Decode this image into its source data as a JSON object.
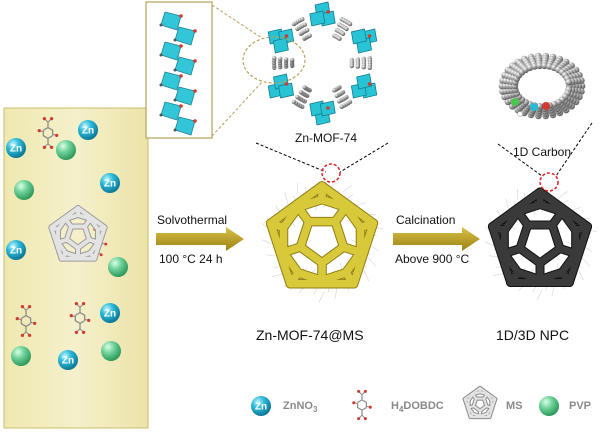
{
  "labels": {
    "mof_inset": "Zn-MOF-74",
    "carbon_inset": "1D Carbon",
    "step1_top": "Solvothermal",
    "step1_bottom": "100 °C 24 h",
    "step2_top": "Calcination",
    "step2_bottom": "Above 900 °C",
    "product1": "Zn-MOF-74@MS",
    "product2": "1D/3D NPC"
  },
  "legend": {
    "zn_symbol": "Zn",
    "znno3": "ZnNO",
    "znno3_sub": "3",
    "h4_pre": "H",
    "h4_sub": "4",
    "h4_post": "DOBDC",
    "ms": "MS",
    "pvp": "PVP"
  },
  "zn_symbol": "Zn",
  "colors": {
    "panel_fill": "#efe8b4",
    "panel_border": "#c9bf6a",
    "arrow": "#b79a10",
    "zn_ball": "#2bb9d8",
    "pvp_ball": "#6fd29a",
    "mof_framework": "#d8c93a",
    "carbon_framework": "#3a3a3a",
    "polyhedra": "#29c3d6",
    "oxygen": "#d03b30",
    "dashed_circle": "#e02020",
    "inset_border": "#b7a25a"
  },
  "icons": [
    "zn-ball-icon",
    "h4dobdc-molecule-icon",
    "ms-cage-icon",
    "pvp-ball-icon"
  ]
}
